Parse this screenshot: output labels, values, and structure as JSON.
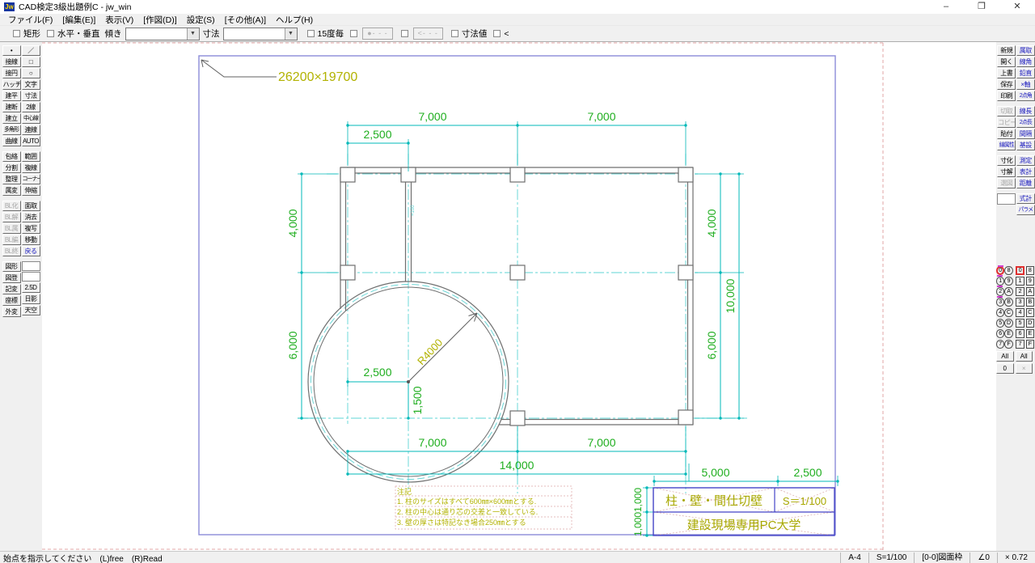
{
  "window": {
    "title": "CAD検定3級出題例C - jw_win",
    "icon_text": "Jw",
    "minimize": "–",
    "restore": "❐",
    "close": "✕"
  },
  "menu": {
    "items": [
      "ファイル(F)",
      "[編集(E)]",
      "表示(V)",
      "[作図(D)]",
      "設定(S)",
      "[その他(A)]",
      "ヘルプ(H)"
    ]
  },
  "toolbar": {
    "rect_label": "矩形",
    "hv_label": "水平・垂直",
    "incline_label": "傾き",
    "incline_value": "",
    "dim_label": "寸法",
    "dim_value": "",
    "deg15_label": "15度毎",
    "dot_button": "●- - -",
    "arrow_button": "<- - -",
    "dimvalue_label": "寸法値",
    "lt_label": "<"
  },
  "left": {
    "col1": [
      "•",
      "接線",
      "接円",
      "ハッチ",
      "建平",
      "建断",
      "建立",
      "多角形",
      "曲線",
      "包絡",
      "分割",
      "整理",
      "属変",
      "BL化",
      "BL解",
      "BL属",
      "BL編",
      "BL終",
      "図形",
      "図登",
      "記変",
      "座標",
      "外変"
    ],
    "col2": [
      "／",
      "□",
      "○",
      "文字",
      "寸法",
      "2線",
      "中心線",
      "連線",
      "AUTO",
      "範囲",
      "複線",
      "コーナー",
      "伸縮",
      "面取",
      "消去",
      "複写",
      "移動",
      "戻る",
      "2.5D",
      "日影",
      "天空"
    ]
  },
  "right": {
    "col1": [
      "新規",
      "開く",
      "上書",
      "保存",
      "印刷",
      "切取",
      "コピー",
      "貼付",
      "線属性",
      "寸化",
      "寸解",
      "選図"
    ],
    "col2": [
      "属取",
      "線角",
      "鉛直",
      "×軸",
      "2点角",
      "線長",
      "2点長",
      "間隔",
      "基設",
      "測定",
      "表計",
      "距離",
      "式計",
      "パラメ"
    ]
  },
  "layers": {
    "c1": [
      "0",
      "1",
      "2",
      "3",
      "4",
      "5",
      "6",
      "7"
    ],
    "c2": [
      "8",
      "9",
      "A",
      "B",
      "C",
      "D",
      "E",
      "F"
    ],
    "s1": [
      "0",
      "1",
      "2",
      "3",
      "4",
      "5",
      "6",
      "7"
    ],
    "s2": [
      "8",
      "9",
      "A",
      "B",
      "C",
      "D",
      "E",
      "F"
    ],
    "all_label": "All",
    "zero_label": "0",
    "x_label": "×"
  },
  "canvas": {
    "size_label": "26200×19700",
    "partition_note": "=100",
    "dims": {
      "top_left": "7,000",
      "top_right": "7,000",
      "top_2500": "2,500",
      "left_4000": "4,000",
      "left_6000": "6,000",
      "right_4000": "4,000",
      "right_6000": "6,000",
      "right_10000": "10,000",
      "bot_left": "7,000",
      "bot_right": "7,000",
      "bot_total": "14,000",
      "circle_2500": "2,500",
      "circle_1500": "1,500",
      "radius": "R4000",
      "br_5000": "5,000",
      "br_2500": "2,500",
      "tb_1000a": "1,000",
      "tb_1000b": "1,000"
    },
    "titleblock": {
      "row1": "柱・壁・間仕切壁",
      "scale": "S＝1/100",
      "row2": "建設現場専用PC大学"
    },
    "notes": {
      "title": "注記",
      "line1": "1. 柱のサイズはすべて600㎜×600㎜とする.",
      "line2": "2. 柱の中心は通り芯の交差と一致している.",
      "line3": "3. 壁の厚さは特記なき場合250㎜とする"
    },
    "colors": {
      "dimension_text": "#1fae1f",
      "dimension_line": "#00b8b8",
      "grid_line": "#5fd4d4",
      "wall": "#6f6f6f",
      "annotation": "#b2b200",
      "frame": "#8c8cd8",
      "paper_edge": "#e0a4a4",
      "titleblock_border": "#4444c8"
    }
  },
  "statusbar": {
    "message": "始点を指示してください　(L)free　(R)Read",
    "paper": "A-4",
    "scale": "S=1/100",
    "sheet": "[0-0]図面枠",
    "angle": "∠0",
    "zoom": "× 0.72"
  }
}
